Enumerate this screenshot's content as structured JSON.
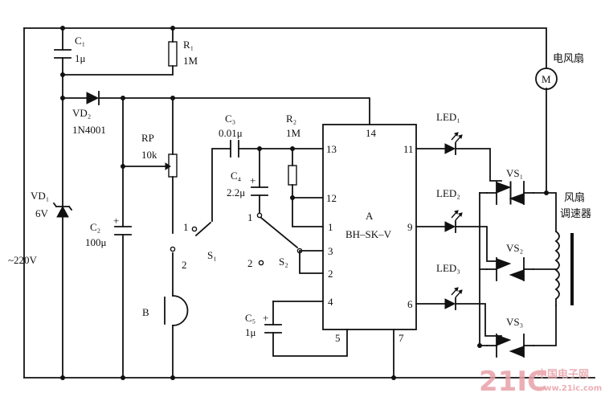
{
  "labels": {
    "c1": "C₁",
    "c1_val": "1μ",
    "r1": "R₁",
    "r1_val": "1M",
    "vd2": "VD₂",
    "vd2_type": "1N4001",
    "rp": "RP",
    "rp_val": "10k",
    "c3": "C₃",
    "c3_val": "0.01μ",
    "r2": "R₂",
    "r2_val": "1M",
    "c4": "C₄",
    "c4_val": "2.2μ",
    "vd1": "VD₁",
    "vd1_val": "6V",
    "c2": "C₂",
    "c2_val": "100μ",
    "mains": "~220V",
    "s1": "S₁",
    "s2": "S₂",
    "mic": "B",
    "c5": "C₅",
    "c5_val": "1μ",
    "ic": "A",
    "ic_type": "BH–SK–V",
    "led1": "LED₁",
    "led2": "LED₂",
    "led3": "LED₃",
    "vs1": "VS₁",
    "vs2": "VS₂",
    "vs3": "VS₃",
    "motor_label": "电风扇",
    "motor_symbol": "M",
    "regulator_line1": "风扇",
    "regulator_line2": "调速器",
    "sw1_pos1": "1",
    "sw1_pos2": "2",
    "sw2_pos1": "1",
    "sw2_pos2": "2",
    "pin14": "14",
    "pin13": "13",
    "pin12": "12",
    "pin1": "1",
    "pin3": "3",
    "pin2": "2",
    "pin4": "4",
    "pin5": "5",
    "pin7": "7",
    "pin11": "11",
    "pin9": "9",
    "pin6": "6"
  },
  "watermark": {
    "text": "21IC",
    "cn": "中国电子网",
    "url": "www.21ic.com"
  },
  "colors": {
    "ink": "#111111",
    "watermark": "#e8a0a8"
  }
}
